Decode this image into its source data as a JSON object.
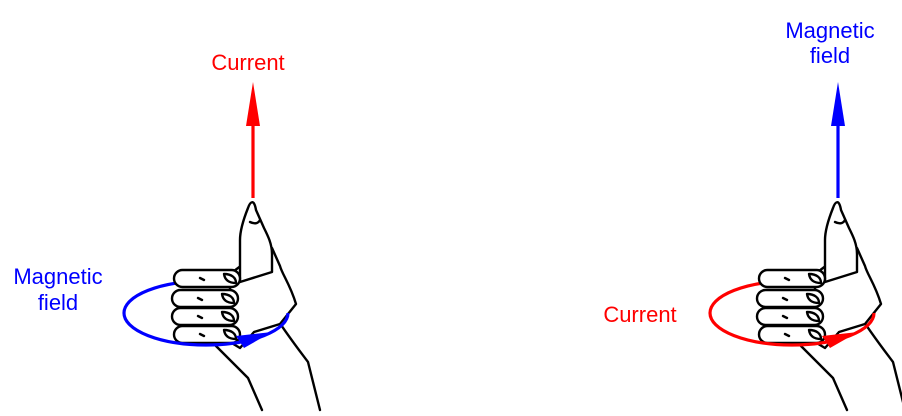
{
  "left_panel": {
    "arrow_label": "Current",
    "ring_label_line1": "Magnetic",
    "ring_label_line2": "field",
    "arrow_color": "#ff0000",
    "ring_color": "#0000ff"
  },
  "right_panel": {
    "arrow_label_line1": "Magnetic",
    "arrow_label_line2": "field",
    "ring_label": "Current",
    "arrow_color": "#0000ff",
    "ring_color": "#ff0000"
  }
}
